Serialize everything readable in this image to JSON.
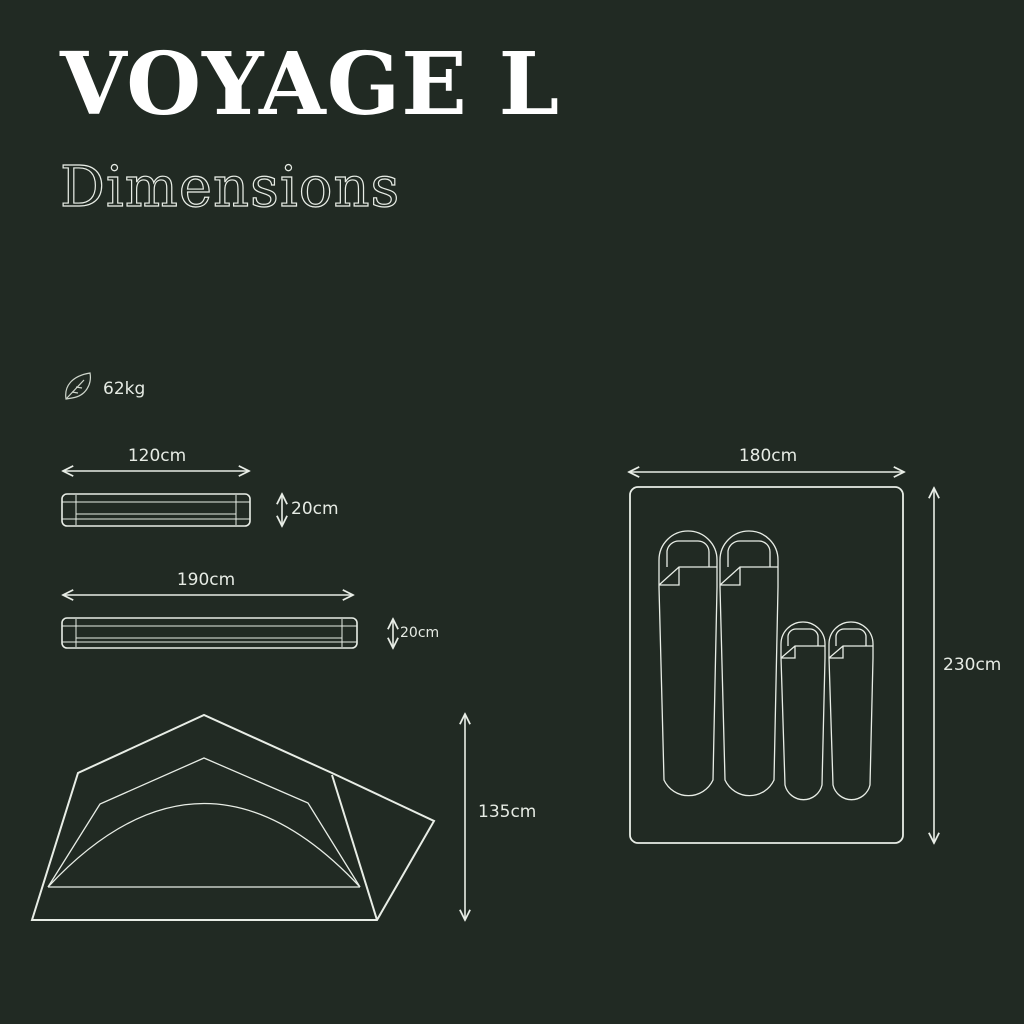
{
  "header": {
    "title": "VOYAGE L",
    "subtitle": "Dimensions"
  },
  "weight": {
    "icon": "feather-leaf-icon",
    "value": "62kg"
  },
  "packed_small": {
    "length": "120cm",
    "height": "20cm"
  },
  "packed_large": {
    "length": "190cm",
    "height": "20cm"
  },
  "tent_side_view": {
    "height": "135cm"
  },
  "floor_plan": {
    "width": "180cm",
    "length": "230cm",
    "sleeping_bags": [
      {
        "size": "adult"
      },
      {
        "size": "adult"
      },
      {
        "size": "child"
      },
      {
        "size": "child"
      }
    ]
  },
  "colors": {
    "background": "#212a23",
    "line": "#e8ede6",
    "text": "#ffffff"
  }
}
